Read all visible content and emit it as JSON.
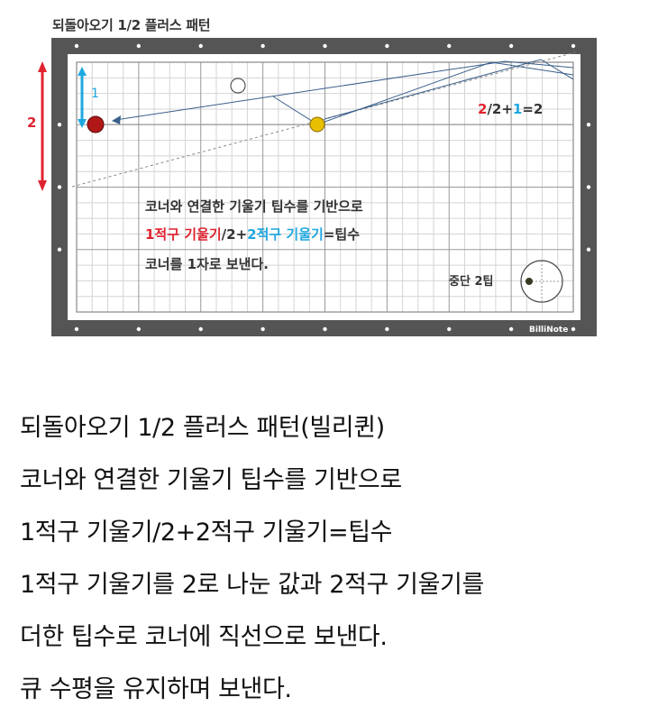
{
  "figure": {
    "title": "되돌아오기 1/2 플러스 패턴",
    "measure_1": "1",
    "measure_2": "2",
    "formula_red": "2",
    "formula_mid": "/2+",
    "formula_cyan": "1",
    "formula_end": "=2",
    "note_line1": "코너와 연결한 기울기 팁수를 기반으로",
    "note_line2_red": "1적구 기울기",
    "note_line2_mid": "/2+",
    "note_line2_cyan": "2적구 기울기",
    "note_line2_end": "=팁수",
    "note_line3": "코너를 1자로 보낸다.",
    "tip_label": "중단 2팁",
    "watermark": "BilliNote"
  },
  "colors": {
    "red_ball": "#b01818",
    "yellow_ball": "#e8c000",
    "cue_ball": "#ffffff",
    "path_line": "#3a5f8a",
    "measure_red": "#e0242f",
    "measure_cyan": "#1fa8e0",
    "rail": "#555555"
  },
  "caption": [
    "되돌아오기 1/2 플러스 패턴(빌리퀸)",
    "코너와 연결한 기울기 팁수를 기반으로",
    "1적구 기울기/2+2적구 기울기=팁수",
    "1적구 기울기를 2로 나눈 값과 2적구 기울기를",
    "더한 팁수로 코너에 직선으로 보낸다.",
    "큐 수평을 유지하며 보낸다."
  ]
}
